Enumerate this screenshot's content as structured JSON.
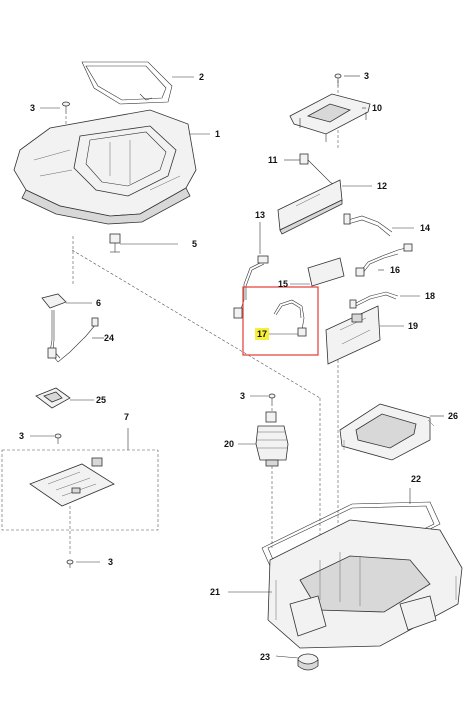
{
  "labels": {
    "l1": "1",
    "l2": "2",
    "l3a": "3",
    "l3b": "3",
    "l3c": "3",
    "l3d": "3",
    "l3e": "3",
    "l5": "5",
    "l6": "6",
    "l7": "7",
    "l10": "10",
    "l11": "11",
    "l12": "12",
    "l13": "13",
    "l14": "14",
    "l15": "15",
    "l16": "16",
    "l17": "17",
    "l18": "18",
    "l19": "19",
    "l20": "20",
    "l21": "21",
    "l22": "22",
    "l23": "23",
    "l24": "24",
    "l25": "25",
    "l26": "26"
  },
  "colors": {
    "highlight_box": "#e53935",
    "highlight_label_bg": "#f7f03b"
  }
}
